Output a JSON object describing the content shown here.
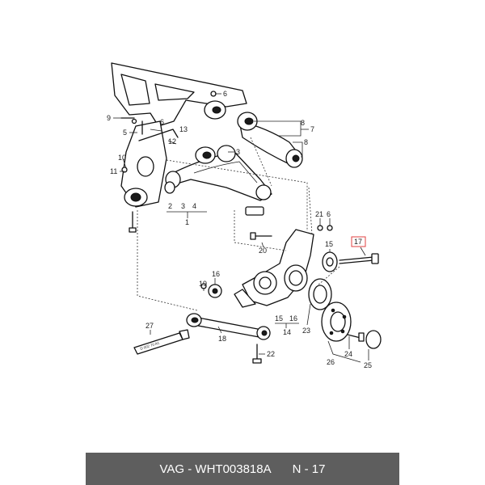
{
  "diagram": {
    "labels": [
      {
        "id": "c6a",
        "text": "6"
      },
      {
        "id": "c9",
        "text": "9"
      },
      {
        "id": "c6b",
        "text": "6"
      },
      {
        "id": "c5",
        "text": "5"
      },
      {
        "id": "c12",
        "text": "12"
      },
      {
        "id": "c13",
        "text": "13"
      },
      {
        "id": "c8a",
        "text": "8"
      },
      {
        "id": "c7",
        "text": "7"
      },
      {
        "id": "c3a",
        "text": "3"
      },
      {
        "id": "c8b",
        "text": "8"
      },
      {
        "id": "c10",
        "text": "10"
      },
      {
        "id": "c11",
        "text": "11"
      },
      {
        "id": "c2",
        "text": "2"
      },
      {
        "id": "c3b",
        "text": "3"
      },
      {
        "id": "c4",
        "text": "4"
      },
      {
        "id": "c1",
        "text": "1"
      },
      {
        "id": "c21",
        "text": "21"
      },
      {
        "id": "c6c",
        "text": "6"
      },
      {
        "id": "c15a",
        "text": "15"
      },
      {
        "id": "c17",
        "text": "17"
      },
      {
        "id": "c20",
        "text": "20"
      },
      {
        "id": "c16a",
        "text": "16"
      },
      {
        "id": "c19",
        "text": "19"
      },
      {
        "id": "c15b",
        "text": "15"
      },
      {
        "id": "c16b",
        "text": "16"
      },
      {
        "id": "c14",
        "text": "14"
      },
      {
        "id": "c23",
        "text": "23"
      },
      {
        "id": "c27",
        "text": "27"
      },
      {
        "id": "c18",
        "text": "18"
      },
      {
        "id": "c22",
        "text": "22"
      },
      {
        "id": "c24",
        "text": "24"
      },
      {
        "id": "c26",
        "text": "26"
      },
      {
        "id": "c25",
        "text": "25"
      }
    ],
    "tube_text": "D 002 70 A1",
    "highlight_color": "#e04040"
  },
  "footer": {
    "part": "VAG - WHT003818A",
    "position": "N - 17",
    "background": "#5e5e5e"
  }
}
